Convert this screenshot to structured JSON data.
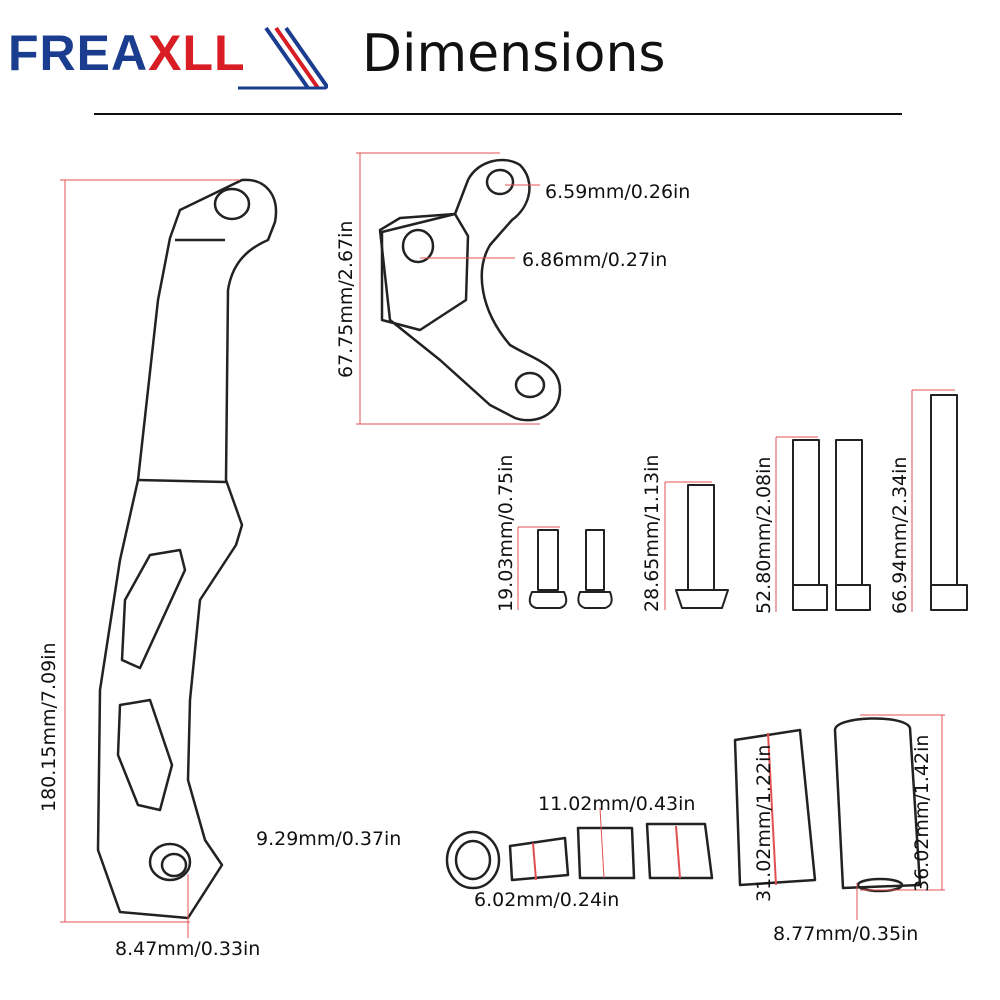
{
  "brand": {
    "name_part1": "FREA",
    "name_part2": "XLL",
    "color_blue": "#1b3d8f",
    "color_red": "#d81e24"
  },
  "title": "Dimensions",
  "colors": {
    "dimension_line": "#e05050",
    "outline": "#222222"
  },
  "labels": {
    "bracket_length": "180.15mm/7.09in",
    "bracket_bottom_hole": "8.47mm/0.33in",
    "mount_height": "67.75mm/2.67in",
    "mount_top_hole": "6.59mm/0.26in",
    "mount_mid_hole": "6.86mm/0.27in",
    "bolt_1": "19.03mm/0.75in",
    "bolt_2": "28.65mm/1.13in",
    "bolt_3": "52.80mm/2.08in",
    "bolt_4": "66.94mm/2.34in",
    "washer": "9.29mm/0.37in",
    "spacer_small": "6.02mm/0.24in",
    "spacer_medium": "11.02mm/0.43in",
    "spacer_tall_1": "31.02mm/1.22in",
    "spacer_tall_2": "36.02mm/1.42in",
    "spacer_tall_hole": "8.77mm/0.35in"
  }
}
